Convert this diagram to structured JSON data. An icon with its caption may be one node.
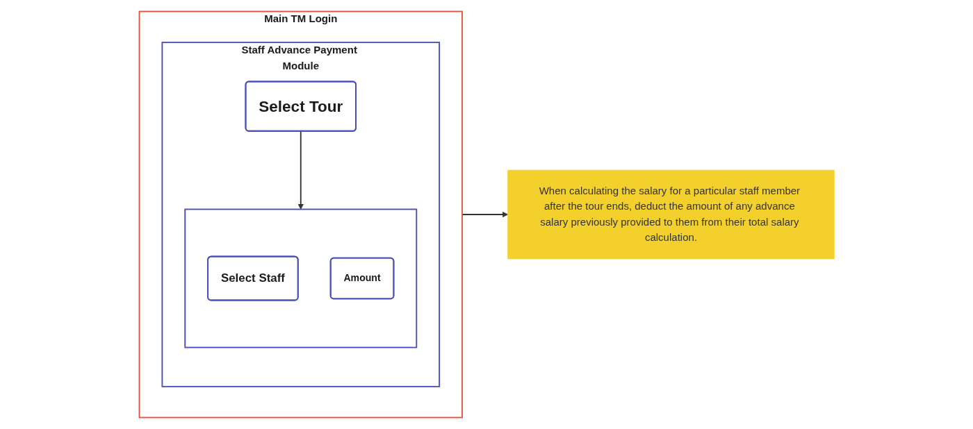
{
  "diagram": {
    "nodes": [
      {
        "text": [
          "Main TM Login"
        ]
      },
      {
        "text": [
          "Staff Advance Payment Module"
        ],
        "in": 0
      },
      {
        "text": [
          "Select Tour"
        ],
        "in": 1
      },
      {
        "text": [],
        "shape": "box",
        "in": 1
      },
      {
        "text": [
          "Select Staff"
        ],
        "in": 3
      },
      {
        "text": [
          "Amount"
        ],
        "in": 3
      },
      {
        "text": [
          "When calculating the salary for a particular staff member after the tour ends, deduct the amount of any advance salary previously provided to them from their total salary calculation."
        ]
      }
    ],
    "edges": [
      {
        "from": 2,
        "to": 3,
        "arrow": "to"
      },
      {
        "from": 0,
        "to": 6,
        "arrow": "to"
      }
    ]
  }
}
